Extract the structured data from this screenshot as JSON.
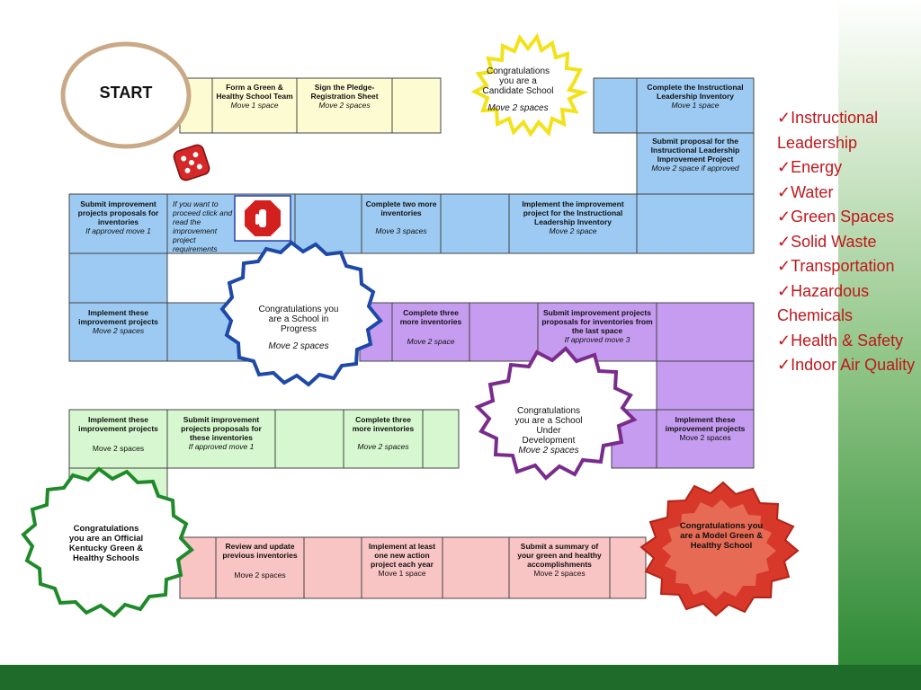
{
  "start": "START",
  "squares": {
    "form_team": {
      "title": "Form a Green & Healthy School Team",
      "move": "Move 1 space"
    },
    "sign_pledge": {
      "title": "Sign the Pledge-Registration Sheet",
      "move": "Move 2 spaces"
    },
    "complete_ili": {
      "title": "Complete the Instructional Leadership Inventory",
      "move": "Move 1 space"
    },
    "submit_ili_proposal": {
      "title": "Submit proposal for the Instructional Leadership Improvement Project",
      "move": "Move 2 space if approved"
    },
    "submit_proposals_1": {
      "title": "Submit improvement projects proposals for inventories",
      "move": "If approved move 1"
    },
    "stop_note": {
      "text": "If you want to proceed click and read the improvement project requirements"
    },
    "complete_two": {
      "title": "Complete two more inventories",
      "move": "Move 3 spaces"
    },
    "implement_ili": {
      "title": "Implement the improvement project for the Instructional Leadership Inventory",
      "move": "Move 2 space"
    },
    "implement_1": {
      "title": "Implement these improvement projects",
      "move": "Move 2 spaces"
    },
    "complete_three_1": {
      "title": "Complete three more inventories",
      "move": "Move 2 space"
    },
    "submit_last": {
      "title": "Submit improvement projects proposals for inventories from the last space",
      "move": "If approved move 3"
    },
    "implement_2": {
      "title": "Implement these improvement projects",
      "move": "Move 2 spaces"
    },
    "submit_proposals_2": {
      "title": "Submit improvement projects proposals for these inventories",
      "move": "If approved move 1"
    },
    "complete_three_2": {
      "title": "Complete three more inventories",
      "move": "Move 2 spaces"
    },
    "implement_3": {
      "title": "Implement these improvement projects",
      "move": "Move 2 spaces"
    },
    "review": {
      "title": "Review and update previous inventories",
      "move": "Move 2 spaces"
    },
    "implement_action": {
      "title": "Implement at least one new action project each year",
      "move": "Move 1 space"
    },
    "submit_summary": {
      "title": "Submit a summary of your green and healthy accomplishments",
      "move": "Move 2 spaces"
    }
  },
  "stars": {
    "candidate": {
      "title": "Congratulations you are a Candidate School",
      "move": "Move 2 spaces",
      "color": "#f2e21a"
    },
    "progress": {
      "title": "Congratulations you are a School in Progress",
      "move": "Move 2 spaces",
      "color": "#1f49a6"
    },
    "development": {
      "title": "Congratulations you are a School Under Development",
      "move": "Move 2 spaces",
      "color": "#7a2c8c"
    },
    "official": {
      "title": "Congratulations you are an Official Kentucky Green & Healthy Schools",
      "move": "",
      "color": "#1f8a2a"
    },
    "model": {
      "title": "Congratulations you are a Model Green & Healthy School",
      "move": "",
      "color": "#d8382a"
    }
  },
  "topics": [
    "Instructional Leadership",
    "Energy",
    "Water",
    "Green Spaces",
    "Solid Waste",
    "Transportation",
    "Hazardous Chemicals",
    "Health & Safety",
    "Indoor Air Quality"
  ],
  "colors": {
    "yellow": "#fdfbd2",
    "blue": "#9ccaf2",
    "purple": "#c59cf0",
    "green": "#d6f7cf",
    "pink": "#f9c4c4",
    "topic_red": "#c0171c",
    "sidebar_green": "#2f8a36",
    "bottom_green": "#1e6b2a"
  },
  "icons": [
    "die-icon",
    "stop-sign-icon",
    "checkmark-icon"
  ]
}
